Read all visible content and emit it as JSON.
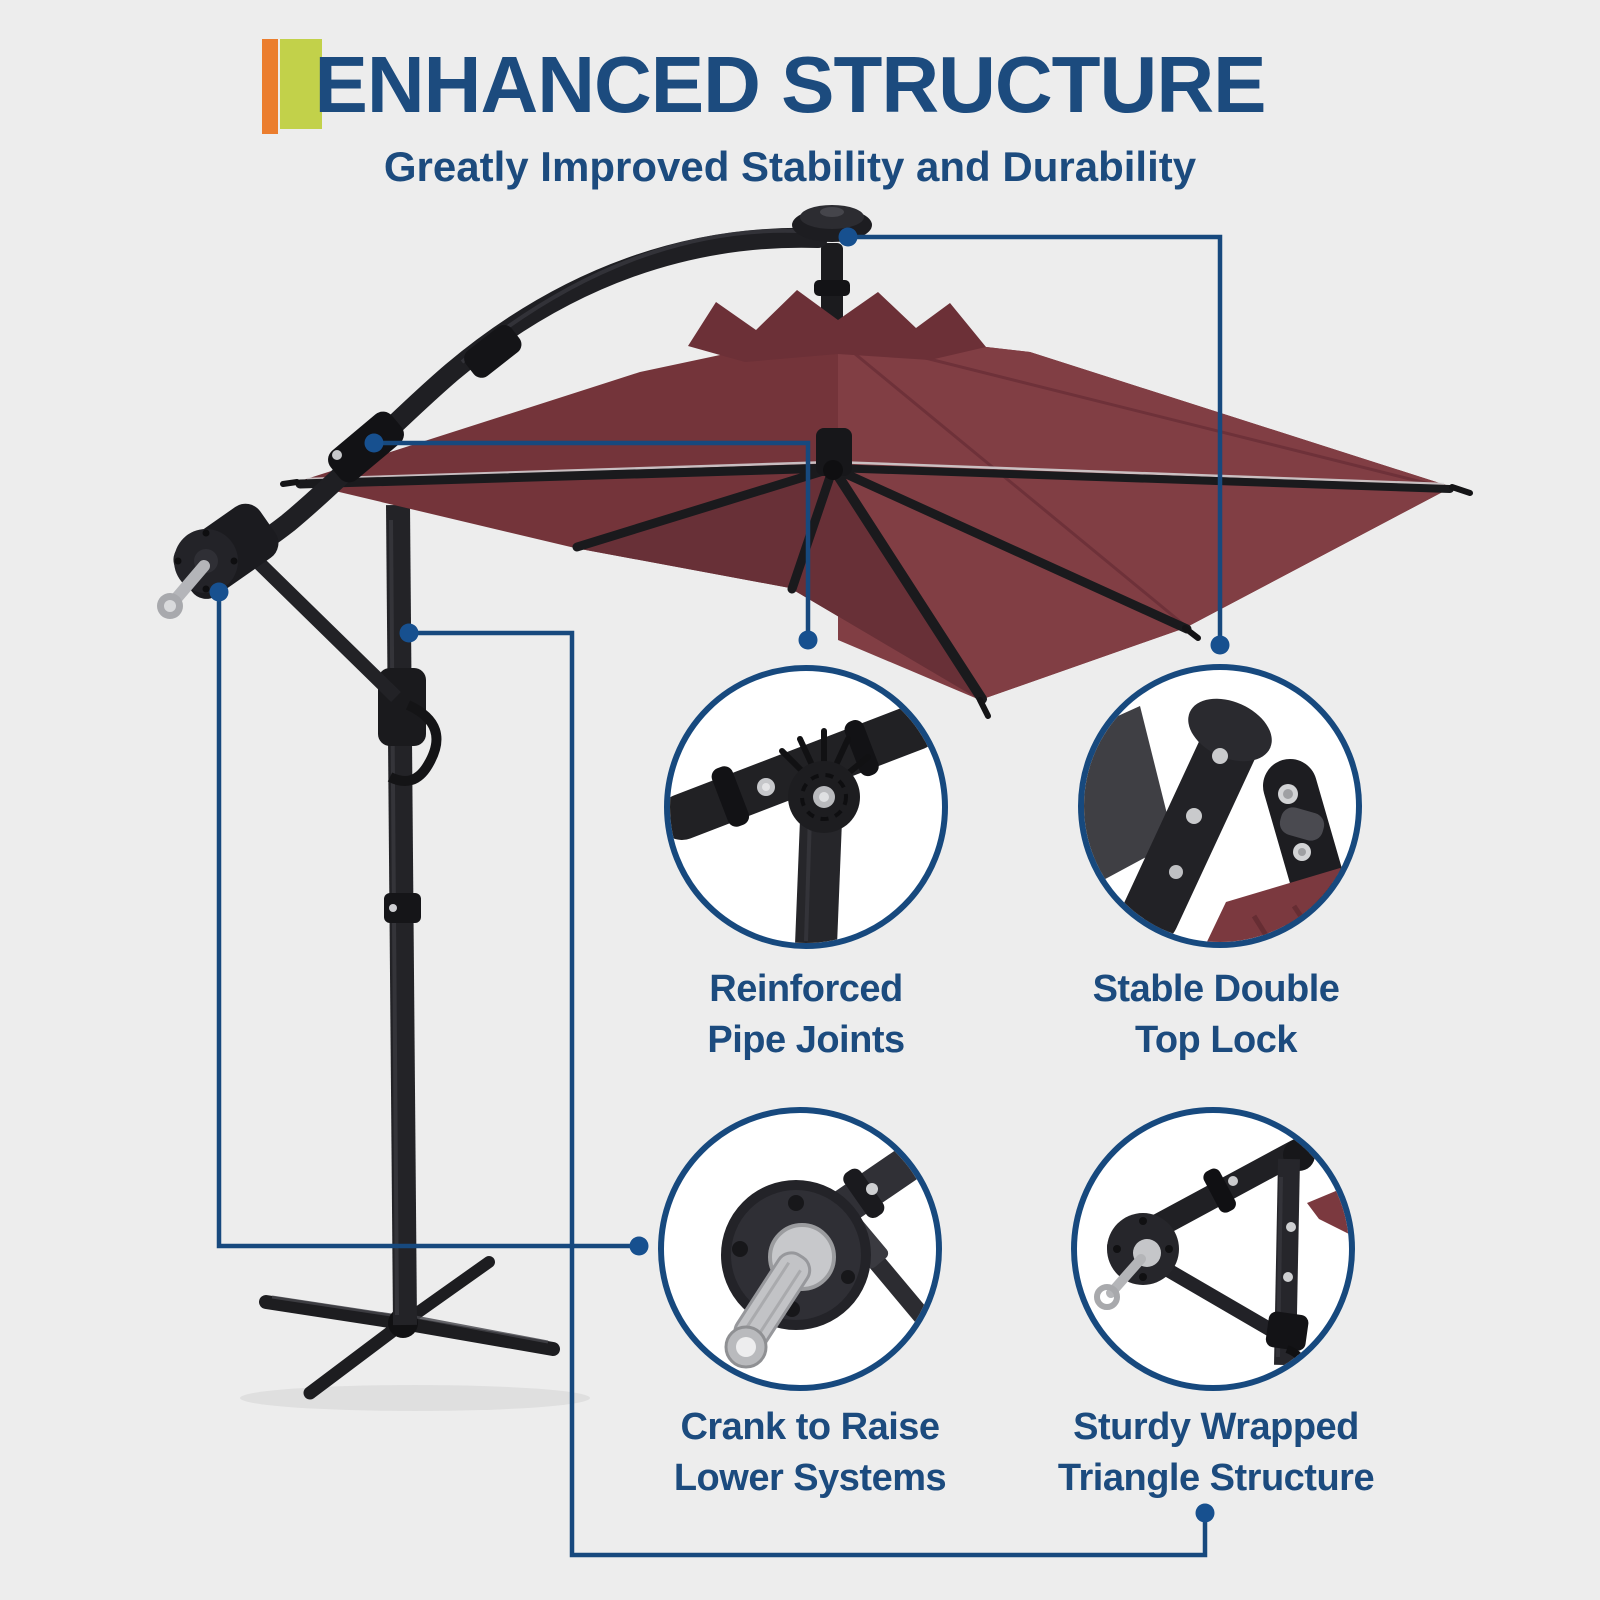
{
  "header": {
    "title": "ENHANCED STRUCTURE",
    "subtitle": "Greatly Improved Stability and Durability"
  },
  "callouts": [
    {
      "id": "reinforced-pipe-joints",
      "label_line1": "Reinforced",
      "label_line2": "Pipe Joints"
    },
    {
      "id": "stable-double-top-lock",
      "label_line1": "Stable Double",
      "label_line2": "Top Lock"
    },
    {
      "id": "crank-raise-lower",
      "label_line1": "Crank to Raise",
      "label_line2": "Lower Systems"
    },
    {
      "id": "wrapped-triangle",
      "label_line1": "Sturdy Wrapped",
      "label_line2": "Triangle Structure"
    }
  ],
  "colors": {
    "navy_text": "#1C4B7E",
    "navy_line": "#17497E",
    "dot_blue": "#17508F",
    "orange": "#EB7D2E",
    "green": "#C2D14A",
    "background": "#EDEDED",
    "canopy_red": "#7A383E",
    "structure_black": "#1F1F23"
  }
}
